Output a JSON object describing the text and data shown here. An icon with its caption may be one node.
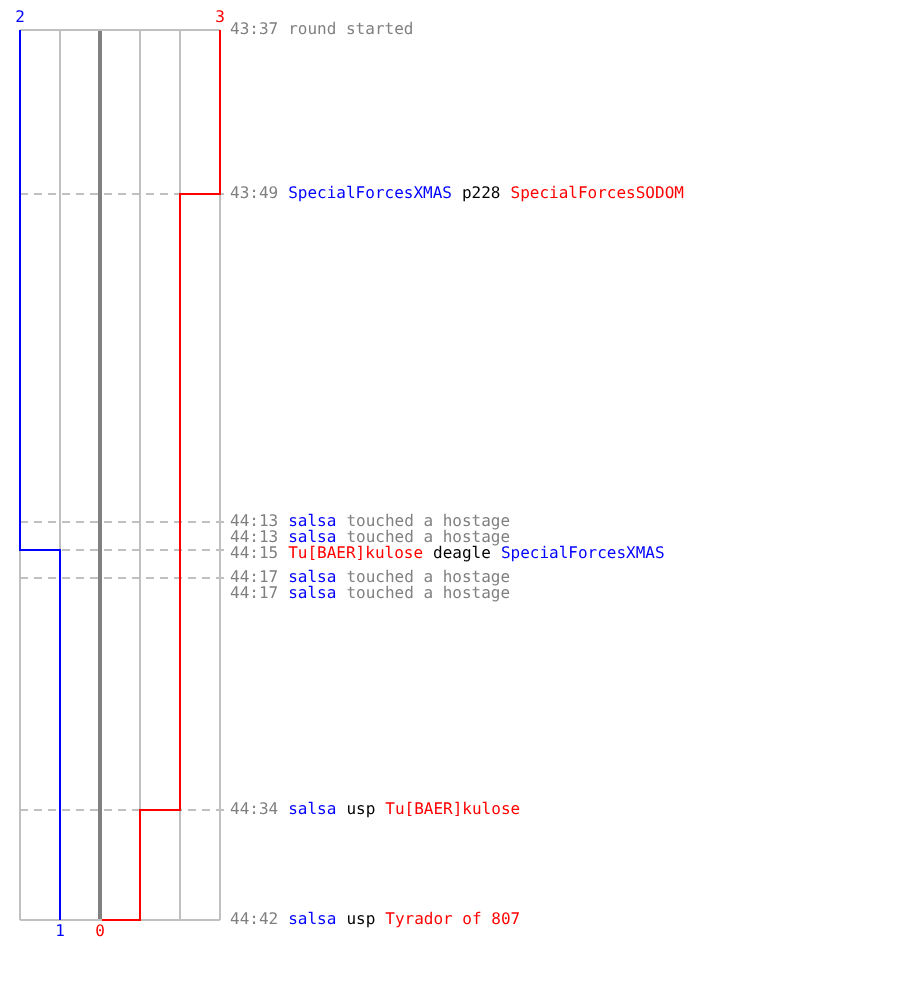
{
  "diagram": {
    "labels": [
      "2",
      "3",
      "43:37",
      "round started",
      "43:49",
      "SpecialForcesXMAS",
      "p228",
      "SpecialForcesSODOM",
      "44:13",
      "salsa",
      "touched a hostage",
      "44:13",
      "salsa",
      "touched a hostage",
      "44:15",
      "Tu[BAER]kulose",
      "deagle",
      "SpecialForcesXMAS",
      "44:17",
      "salsa",
      "touched a hostage",
      "44:17",
      "salsa",
      "touched a hostage",
      "44:34",
      "salsa",
      "usp",
      "Tu[BAER]kulose",
      "44:42",
      "salsa",
      "usp",
      "Tyrador of 807",
      "1",
      "0"
    ]
  }
}
